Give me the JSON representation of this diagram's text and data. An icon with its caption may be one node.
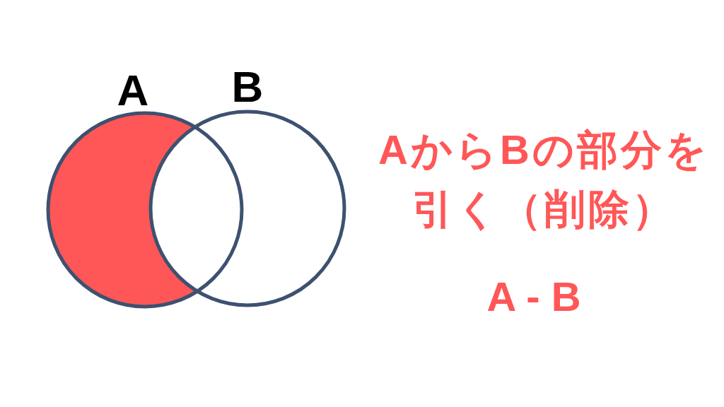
{
  "diagram": {
    "nodes": [
      {
        "text": [
          "A"
        ]
      },
      {
        "text": [
          "B"
        ]
      }
    ],
    "edges": [],
    "labels": [
      "AからBの部分を引く（削除）",
      "A - B"
    ]
  }
}
